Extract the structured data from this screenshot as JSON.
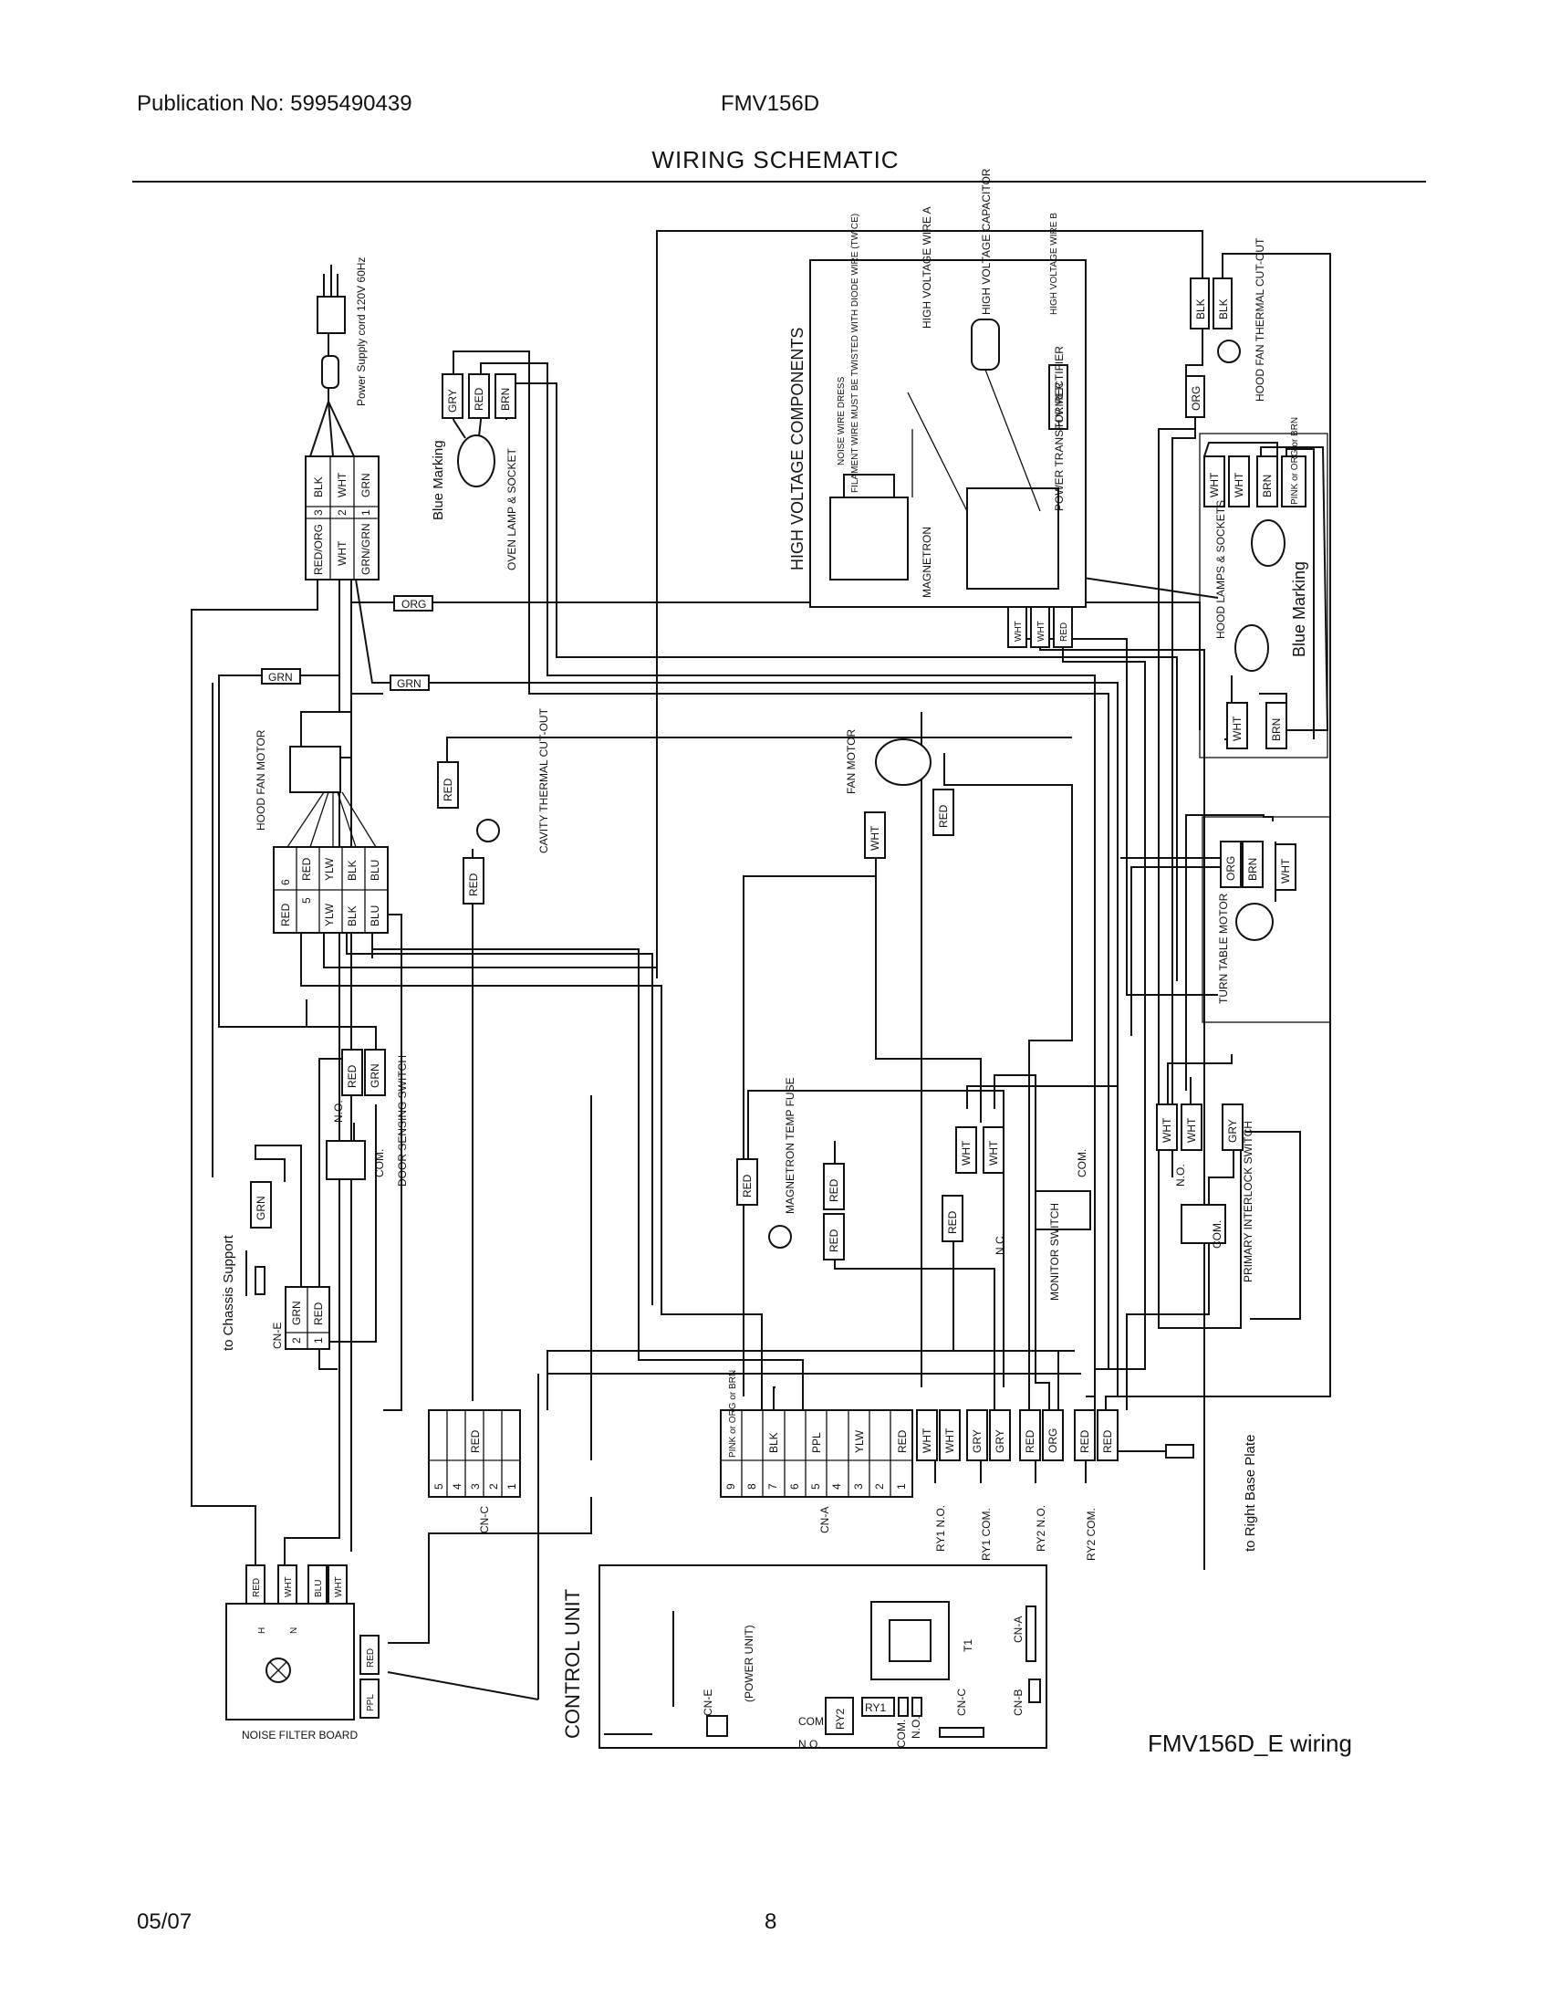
{
  "header": {
    "publication": "Publication No: 5995490439",
    "model": "FMV156D",
    "title": "WIRING SCHEMATIC"
  },
  "footer": {
    "date": "05/07",
    "page": "8"
  },
  "caption": "FMV156D_E wiring",
  "labels": {
    "power_cord": "Power Supply cord 120V 60Hz",
    "blue_marking_left": "Blue Marking",
    "oven_lamp": "OVEN LAMP & SOCKET",
    "hv_components": "HIGH VOLTAGE COMPONENTS",
    "hv_wire_a": "HIGH VOLTAGE WIRE A",
    "hv_capacitor": "HIGH VOLTAGE CAPACITOR",
    "hv_wire_b": "HIGH VOLTAGE WIRE B",
    "hv_rectifier": "H.V. RECTIFIER",
    "power_transformer": "POWER TRANSFORMER",
    "magnetron_hv": "MAGNETRON",
    "noise_wire_dress": "NOISE WIRE DRESS",
    "filament_note": "FILAMENT WIRE MUST BE TWISTED WITH DIODE WIRE (TWICE)",
    "hood_fan_thermal": "HOOD FAN THERMAL CUT-OUT",
    "hood_lamps": "HOOD LAMPS & SOCKETS",
    "blue_marking_right": "Blue Marking",
    "hood_fan_motor": "HOOD FAN MOTOR",
    "cavity_thermal": "CAVITY THERMAL CUT-OUT",
    "fan_motor": "FAN MOTOR",
    "turn_table_motor": "TURN TABLE MOTOR",
    "door_sensing_switch": "DOOR SENSING SWITCH",
    "no_label": "N.O.",
    "com_label": "COM.",
    "nc_label": "N.C.",
    "magnetron_temp_fuse": "MAGNETRON TEMP FUSE",
    "monitor_switch": "MONITOR SWITCH",
    "primary_interlock": "PRIMARY INTERLOCK SWITCH",
    "chassis_support": "to Chassis Support",
    "right_base_plate": "to Right Base Plate",
    "cn_e": "CN-E",
    "cn_c": "CN-C",
    "cn_a": "CN-A",
    "cn_b": "CN-B",
    "ry1_no": "RY1 N.O.",
    "ry1_com": "RY1 COM.",
    "ry2_no": "RY2 N.O.",
    "ry2_com": "RY2 COM.",
    "noise_filter_board": "NOISE FILTER BOARD",
    "control_unit": "CONTROL UNIT",
    "power_unit": "(POWER UNIT)",
    "ry1": "RY1",
    "ry2": "RY2",
    "t1": "T1",
    "h": "H",
    "n": "N"
  },
  "wire_colors": {
    "blk": "BLK",
    "wht": "WHT",
    "grn": "GRN",
    "red": "RED",
    "org": "ORG",
    "gry": "GRY",
    "brn": "BRN",
    "ylw": "YLW",
    "blu": "BLU",
    "ppl": "PPL",
    "red_org": "RED/ORG",
    "grn_grn": "GRN/GRN",
    "pink_org_brn": "PINK or ORG or BRN"
  },
  "pins": {
    "p1": "1",
    "p2": "2",
    "p3": "3",
    "p4": "4",
    "p5": "5",
    "p6": "6",
    "p7": "7",
    "p8": "8",
    "p9": "9"
  }
}
